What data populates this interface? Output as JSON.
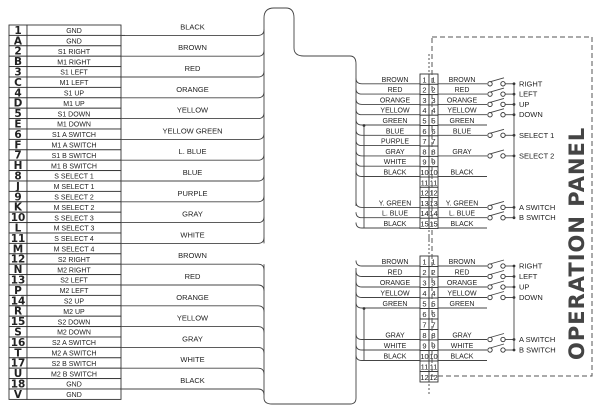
{
  "diagram": {
    "title": "OPERATION PANEL",
    "main_connector": {
      "pins": [
        {
          "id": "1",
          "fn": "GND"
        },
        {
          "id": "A",
          "fn": "GND"
        },
        {
          "id": "2",
          "fn": "S1 RIGHT"
        },
        {
          "id": "B",
          "fn": "M1 RIGHT"
        },
        {
          "id": "3",
          "fn": "S1 LEFT"
        },
        {
          "id": "C",
          "fn": "M1 LEFT"
        },
        {
          "id": "4",
          "fn": "S1 UP"
        },
        {
          "id": "D",
          "fn": "M1 UP"
        },
        {
          "id": "5",
          "fn": "S1 DOWN"
        },
        {
          "id": "E",
          "fn": "M1 DOWN"
        },
        {
          "id": "6",
          "fn": "S1 A SWITCH"
        },
        {
          "id": "F",
          "fn": "M1 A SWITCH"
        },
        {
          "id": "7",
          "fn": "S1 B SWITCH"
        },
        {
          "id": "H",
          "fn": "M1 B SWITCH"
        },
        {
          "id": "8",
          "fn": "S SELECT 1"
        },
        {
          "id": "J",
          "fn": "M SELECT 1"
        },
        {
          "id": "9",
          "fn": "S SELECT 2"
        },
        {
          "id": "K",
          "fn": "M SELECT 2"
        },
        {
          "id": "10",
          "fn": "S SELECT 3"
        },
        {
          "id": "L",
          "fn": "M SELECT 3"
        },
        {
          "id": "11",
          "fn": "S SELECT 4"
        },
        {
          "id": "M",
          "fn": "M SELECT 4"
        },
        {
          "id": "12",
          "fn": "S2 RIGHT"
        },
        {
          "id": "N",
          "fn": "M2 RIGHT"
        },
        {
          "id": "13",
          "fn": "S2 LEFT"
        },
        {
          "id": "P",
          "fn": "M2 LEFT"
        },
        {
          "id": "14",
          "fn": "S2 UP"
        },
        {
          "id": "R",
          "fn": "M2 UP"
        },
        {
          "id": "15",
          "fn": "S2 DOWN"
        },
        {
          "id": "S",
          "fn": "M2 DOWN"
        },
        {
          "id": "16",
          "fn": "S2 A SWITCH"
        },
        {
          "id": "T",
          "fn": "M2 A SWITCH"
        },
        {
          "id": "17",
          "fn": "S2 B SWITCH"
        },
        {
          "id": "U",
          "fn": "M2 B SWITCH"
        },
        {
          "id": "18",
          "fn": "GND"
        },
        {
          "id": "V",
          "fn": "GND"
        }
      ]
    },
    "harness_wires": [
      {
        "color": "BLACK",
        "group": "top"
      },
      {
        "color": "BROWN",
        "group": "top"
      },
      {
        "color": "RED",
        "group": "top"
      },
      {
        "color": "ORANGE",
        "group": "top"
      },
      {
        "color": "YELLOW",
        "group": "top"
      },
      {
        "color": "YELLOW GREEN",
        "group": "top"
      },
      {
        "color": "L. BLUE",
        "group": "top"
      },
      {
        "color": "BLUE",
        "group": "top"
      },
      {
        "color": "PURPLE",
        "group": "top"
      },
      {
        "color": "GRAY",
        "group": "top"
      },
      {
        "color": "WHITE",
        "group": "top"
      },
      {
        "color": "BROWN",
        "group": "bottom"
      },
      {
        "color": "RED",
        "group": "bottom"
      },
      {
        "color": "ORANGE",
        "group": "bottom"
      },
      {
        "color": "YELLOW",
        "group": "bottom"
      },
      {
        "color": "GRAY",
        "group": "bottom"
      },
      {
        "color": "WHITE",
        "group": "bottom"
      },
      {
        "color": "BLACK",
        "group": "bottom"
      }
    ],
    "connector_upper": {
      "rows": [
        {
          "num": "1",
          "left": "BROWN",
          "right": "BROWN"
        },
        {
          "num": "2",
          "left": "RED",
          "right": "RED"
        },
        {
          "num": "3",
          "left": "ORANGE",
          "right": "ORANGE"
        },
        {
          "num": "4",
          "left": "YELLOW",
          "right": "YELLOW"
        },
        {
          "num": "5",
          "left": "GREEN",
          "right": "GREEN"
        },
        {
          "num": "6",
          "left": "BLUE",
          "right": "BLUE"
        },
        {
          "num": "7",
          "left": "PURPLE",
          "right": ""
        },
        {
          "num": "8",
          "left": "GRAY",
          "right": "GRAY"
        },
        {
          "num": "9",
          "left": "WHITE",
          "right": ""
        },
        {
          "num": "10",
          "left": "BLACK",
          "right": "BLACK"
        },
        {
          "num": "11",
          "left": "",
          "right": ""
        },
        {
          "num": "12",
          "left": "",
          "right": ""
        },
        {
          "num": "13",
          "left": "Y. GREEN",
          "right": "Y. GREEN"
        },
        {
          "num": "14",
          "left": "L. BLUE",
          "right": "L. BLUE"
        },
        {
          "num": "15",
          "left": "BLACK",
          "right": "BLACK"
        }
      ],
      "switches": [
        {
          "label": "RIGHT",
          "row": 0
        },
        {
          "label": "LEFT",
          "row": 1
        },
        {
          "label": "UP",
          "row": 2
        },
        {
          "label": "DOWN",
          "row": 3
        },
        {
          "label": "SELECT 1",
          "row": 5
        },
        {
          "label": "SELECT 2",
          "row": 7
        },
        {
          "label": "A SWITCH",
          "row": 12
        },
        {
          "label": "B SWITCH",
          "row": 13
        }
      ]
    },
    "connector_lower": {
      "rows": [
        {
          "num": "1",
          "left": "BROWN",
          "right": "BROWN"
        },
        {
          "num": "2",
          "left": "RED",
          "right": "RED"
        },
        {
          "num": "3",
          "left": "ORANGE",
          "right": "ORANGE"
        },
        {
          "num": "4",
          "left": "YELLOW",
          "right": "YELLOW"
        },
        {
          "num": "5",
          "left": "GREEN",
          "right": "GREEN"
        },
        {
          "num": "6",
          "left": "",
          "right": ""
        },
        {
          "num": "7",
          "left": "",
          "right": ""
        },
        {
          "num": "8",
          "left": "GRAY",
          "right": "GRAY"
        },
        {
          "num": "9",
          "left": "WHITE",
          "right": "WHITE"
        },
        {
          "num": "10",
          "left": "BLACK",
          "right": "BLACK"
        },
        {
          "num": "11",
          "left": "",
          "right": ""
        },
        {
          "num": "12",
          "left": "",
          "right": ""
        }
      ],
      "switches": [
        {
          "label": "RIGHT",
          "row": 0
        },
        {
          "label": "LEFT",
          "row": 1
        },
        {
          "label": "UP",
          "row": 2
        },
        {
          "label": "DOWN",
          "row": 3
        },
        {
          "label": "A SWITCH",
          "row": 7
        },
        {
          "label": "B SWITCH",
          "row": 8
        }
      ]
    }
  }
}
